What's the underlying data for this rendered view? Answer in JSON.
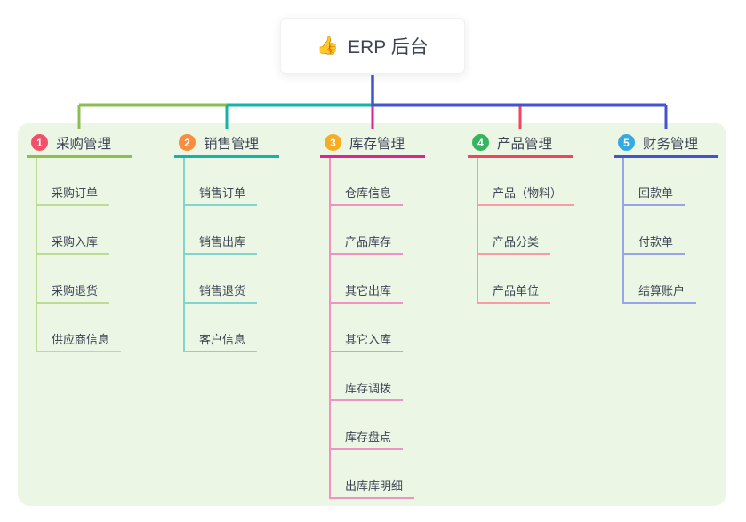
{
  "root": {
    "icon": "👍",
    "label": "ERP 后台"
  },
  "colors": {
    "panel_bg": "#ebf6e5",
    "text": "#3d4554",
    "root_stem": "#4453ce"
  },
  "branches": [
    {
      "num": "1",
      "label": "采购管理",
      "badge_color": "#f0506a",
      "line_color": "#8cbf4f",
      "light_color": "#bcdc95",
      "children": [
        "采购订单",
        "采购入库",
        "采购退货",
        "供应商信息"
      ]
    },
    {
      "num": "2",
      "label": "销售管理",
      "badge_color": "#fa8c3f",
      "line_color": "#16b3a8",
      "light_color": "#82d5cc",
      "children": [
        "销售订单",
        "销售出库",
        "销售退货",
        "客户信息"
      ]
    },
    {
      "num": "3",
      "label": "库存管理",
      "badge_color": "#f9ab21",
      "line_color": "#d9268f",
      "light_color": "#f193c2",
      "children": [
        "仓库信息",
        "产品库存",
        "其它出库",
        "其它入库",
        "库存调拨",
        "库存盘点",
        "出库库明细"
      ]
    },
    {
      "num": "4",
      "label": "产品管理",
      "badge_color": "#35b55e",
      "line_color": "#f0455c",
      "light_color": "#f79ba7",
      "children": [
        "产品（物料）",
        "产品分类",
        "产品单位"
      ]
    },
    {
      "num": "5",
      "label": "财务管理",
      "badge_color": "#33abe0",
      "line_color": "#4453ce",
      "light_color": "#97a5e8",
      "children": [
        "回款单",
        "付款单",
        "结算账户"
      ]
    }
  ]
}
